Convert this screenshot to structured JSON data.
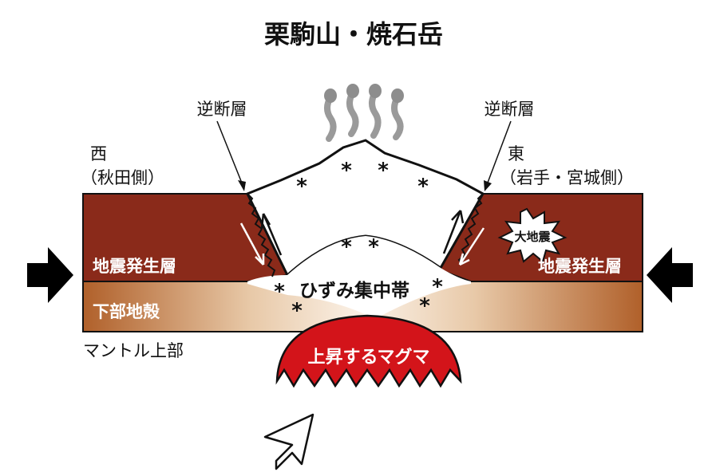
{
  "title": "栗駒山・焼石岳",
  "labels": {
    "reverse_fault_left": "逆断層",
    "reverse_fault_right": "逆断層",
    "west_line1": "西",
    "west_line2": "（秋田側）",
    "east_line1": "東",
    "east_line2": "（岩手・宮城側）",
    "seismogenic_left": "地震発生層",
    "seismogenic_right": "地震発生層",
    "lower_crust": "下部地殻",
    "upper_mantle": "マントル上部",
    "strain_zone": "ひずみ集中帯",
    "magma": "上昇するマグマ",
    "big_quake": "大地震"
  },
  "colors": {
    "seismogenic_layer": "#8a2a1a",
    "lower_crust": "#b5672e",
    "magma": "#d3141a",
    "strain_zone_fill": "#ffffff",
    "outline": "#111111",
    "steam": "#9a9a9a"
  }
}
